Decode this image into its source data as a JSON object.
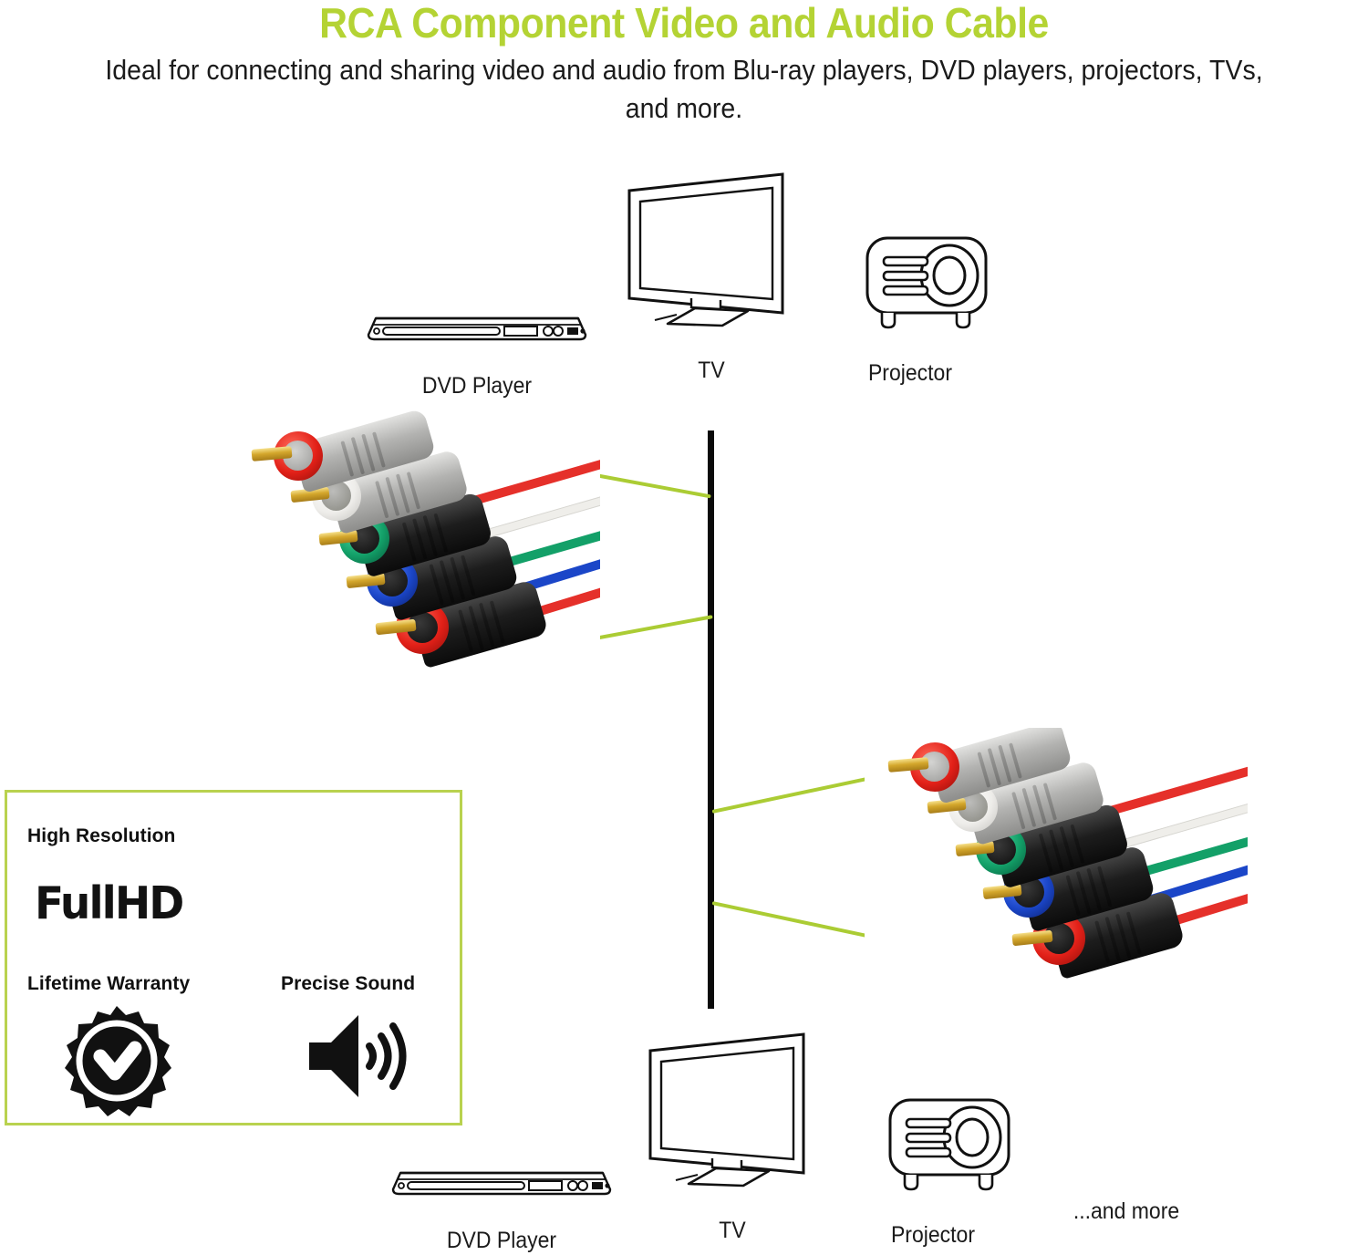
{
  "header": {
    "title": "RCA Component Video and Audio Cable",
    "subtitle": "Ideal for connecting and sharing video and audio from Blu-ray players, DVD players, projectors, TVs, and more."
  },
  "colors": {
    "brand_green": "#b4d334",
    "leader_green": "#abcc34",
    "box_border": "#b9d24f",
    "divider_black": "#0a0a0a",
    "text_black": "#1b1b1b",
    "plug_red": "#e02020",
    "plug_white": "#f2f2f0",
    "plug_green": "#15a06a",
    "plug_blue": "#1b46c8",
    "body_gray": "#b8b8b8",
    "body_black": "#1d1d1d",
    "pin_gold": "#d4a72c"
  },
  "devices_top": [
    {
      "name": "dvd-player",
      "label": "DVD Player",
      "icon": "dvd-player-icon"
    },
    {
      "name": "tv",
      "label": "TV",
      "icon": "tv-icon"
    },
    {
      "name": "projector",
      "label": "Projector",
      "icon": "projector-icon"
    }
  ],
  "devices_bottom": [
    {
      "name": "dvd-player",
      "label": "DVD Player",
      "icon": "dvd-player-icon"
    },
    {
      "name": "tv",
      "label": "TV",
      "icon": "tv-icon"
    },
    {
      "name": "projector",
      "label": "Projector",
      "icon": "projector-icon"
    },
    {
      "name": "and-more",
      "label": "...and more",
      "icon": ""
    }
  ],
  "feature_box": {
    "high_resolution_label": "High Resolution",
    "fullhd_logo": "FullHD",
    "lifetime_warranty_label": "Lifetime Warranty",
    "lifetime_warranty_icon": "warranty-badge-check-icon",
    "precise_sound_label": "Precise Sound",
    "precise_sound_icon": "speaker-volume-icon"
  },
  "cable": {
    "connector_count": 5,
    "connectors": [
      {
        "color_name": "red",
        "swatch": "#e02020",
        "body": "gray"
      },
      {
        "color_name": "white",
        "swatch": "#f2f2f0",
        "body": "gray"
      },
      {
        "color_name": "green",
        "swatch": "#15a06a",
        "body": "black"
      },
      {
        "color_name": "blue",
        "swatch": "#1b46c8",
        "body": "black"
      },
      {
        "color_name": "red",
        "swatch": "#e02020",
        "body": "black"
      }
    ]
  }
}
